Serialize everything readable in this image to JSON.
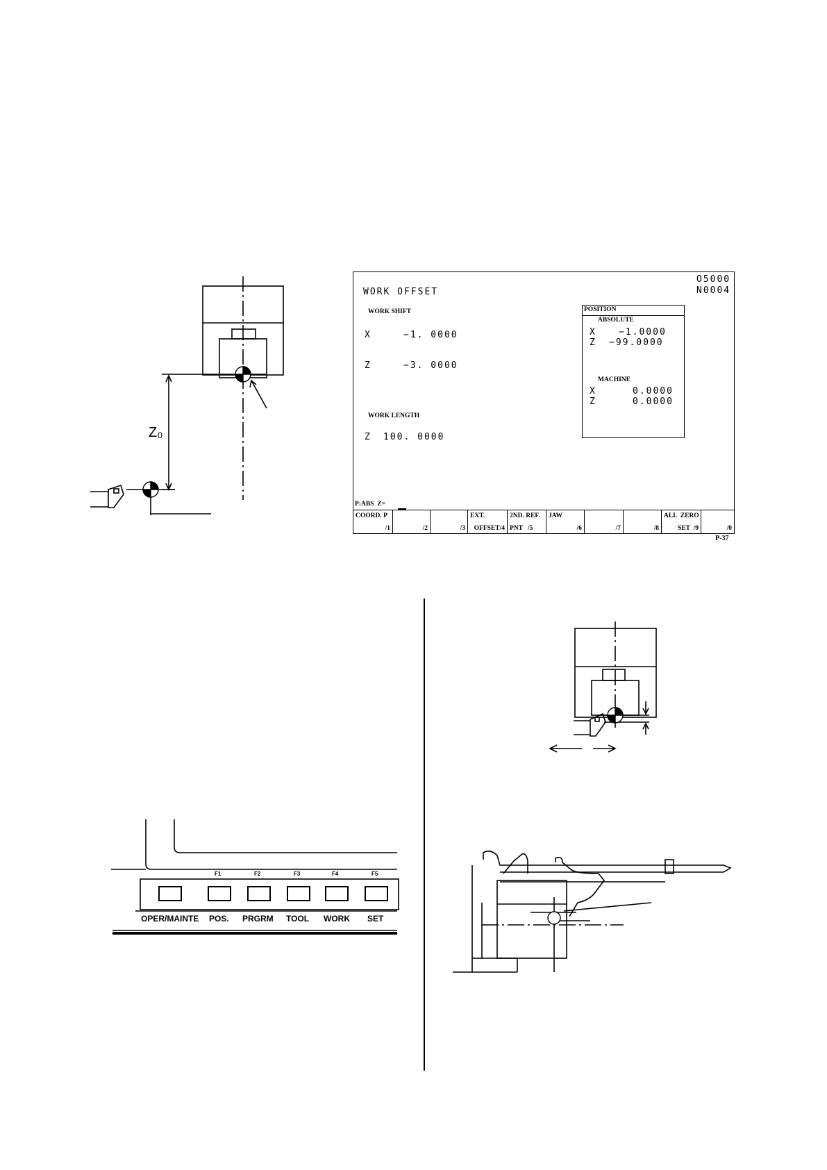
{
  "diagram_fig1": {
    "label": "Z₀"
  },
  "screen": {
    "program_no": "O5000",
    "sequence_no": "N0004",
    "title": "WORK OFFSET",
    "work_shift_label": "WORK SHIFT",
    "shift_x_axis": "X",
    "shift_x_value": "−1. 0000",
    "shift_z_axis": "Z",
    "shift_z_value": "−3. 0000",
    "work_length_label": "WORK LENGTH",
    "length_z_axis": "Z",
    "length_z_value": "100. 0000",
    "position": {
      "title": "POSITION",
      "absolute_label": "ABSOLUTE",
      "abs_x_axis": "X",
      "abs_x_value": "−1.0000",
      "abs_z_axis": "Z",
      "abs_z_value": "−99.0000",
      "machine_label": "MACHINE",
      "mach_x_axis": "X",
      "mach_x_value": "0.0000",
      "mach_z_axis": "Z",
      "mach_z_value": "0.0000"
    },
    "input_line": "P:ABS  Z=",
    "softkeys": [
      {
        "top": "COORD. P",
        "bottom": "/1"
      },
      {
        "top": "",
        "bottom": "/2"
      },
      {
        "top": "",
        "bottom": "/3"
      },
      {
        "top": "EXT.",
        "bottom": "OFFSET/4"
      },
      {
        "top": "2ND. REF.",
        "bottom": "PNT   /5"
      },
      {
        "top": "JAW",
        "bottom": "/6"
      },
      {
        "top": "",
        "bottom": "/7"
      },
      {
        "top": "",
        "bottom": "/8"
      },
      {
        "top": "ALL  ZERO",
        "bottom": "SET  /9"
      },
      {
        "top": "",
        "bottom": "/0"
      }
    ],
    "page_code": "P-37"
  },
  "keypad": {
    "function_keys": [
      "F1",
      "F2",
      "F3",
      "F4",
      "F5"
    ],
    "buttons": [
      "OPER/MAINTE",
      "POS.",
      "PRGRM",
      "TOOL",
      "WORK",
      "SET"
    ]
  }
}
